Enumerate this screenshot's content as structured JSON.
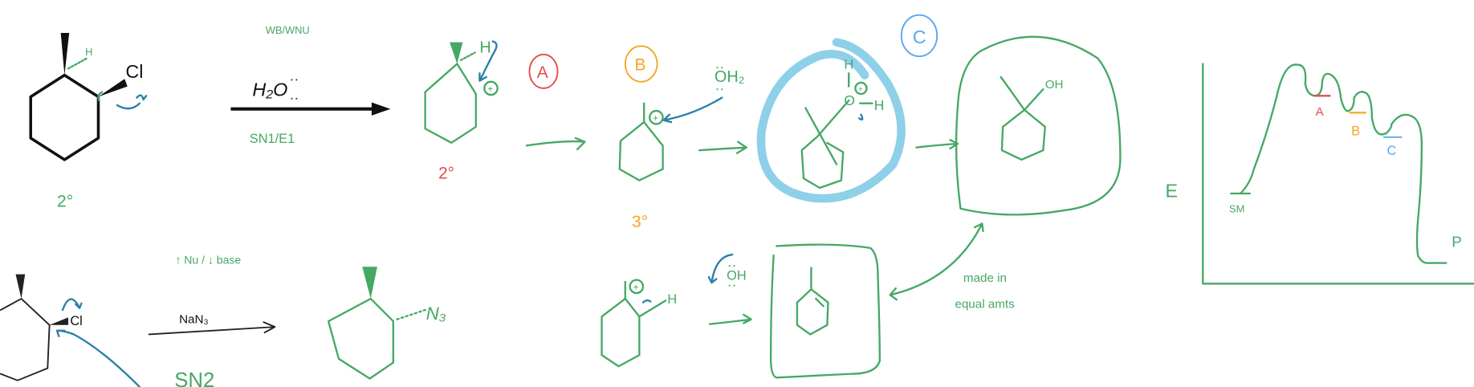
{
  "colors": {
    "ink_green": "#45a865",
    "ink_black": "#111111",
    "red": "#e84a4a",
    "orange": "#f5a623",
    "light_blue": "#5aa8f0",
    "highlight_blue": "#8dd0e8",
    "arrow_blue": "#2a7fa8"
  },
  "sn1": {
    "reactant": {
      "h_label": "H",
      "leaving_group": "Cl",
      "degree": "2°"
    },
    "conditions": {
      "above": "WB/WNU",
      "reagent": "H₂O",
      "below": "SN1/E1"
    },
    "carbocation_2": {
      "h_label": "H",
      "charge": "+",
      "degree": "2°",
      "label": "A"
    },
    "carbocation_3": {
      "charge": "+",
      "nucleophile": "OH₂",
      "degree": "3°",
      "label": "B"
    },
    "oxonium": {
      "h_top": "H",
      "oxygen": "O",
      "charge": "+",
      "h_right": "H",
      "label": "C"
    },
    "alcohol_product": {
      "group": "OH"
    }
  },
  "e1": {
    "charge": "+",
    "h_label": "H",
    "base": "OH",
    "note_line1": "made in",
    "note_line2": "equal amts"
  },
  "energy_diagram": {
    "y_label": "E",
    "start_label": "SM",
    "intermediates": [
      "A",
      "B",
      "C"
    ],
    "end_label": "P"
  },
  "sn2": {
    "leaving_group": "Cl",
    "conditions_above": "↑ Nu / ↓ base",
    "reagent": "NaN₃",
    "mechanism": "SN2",
    "product_group": "N₃"
  }
}
